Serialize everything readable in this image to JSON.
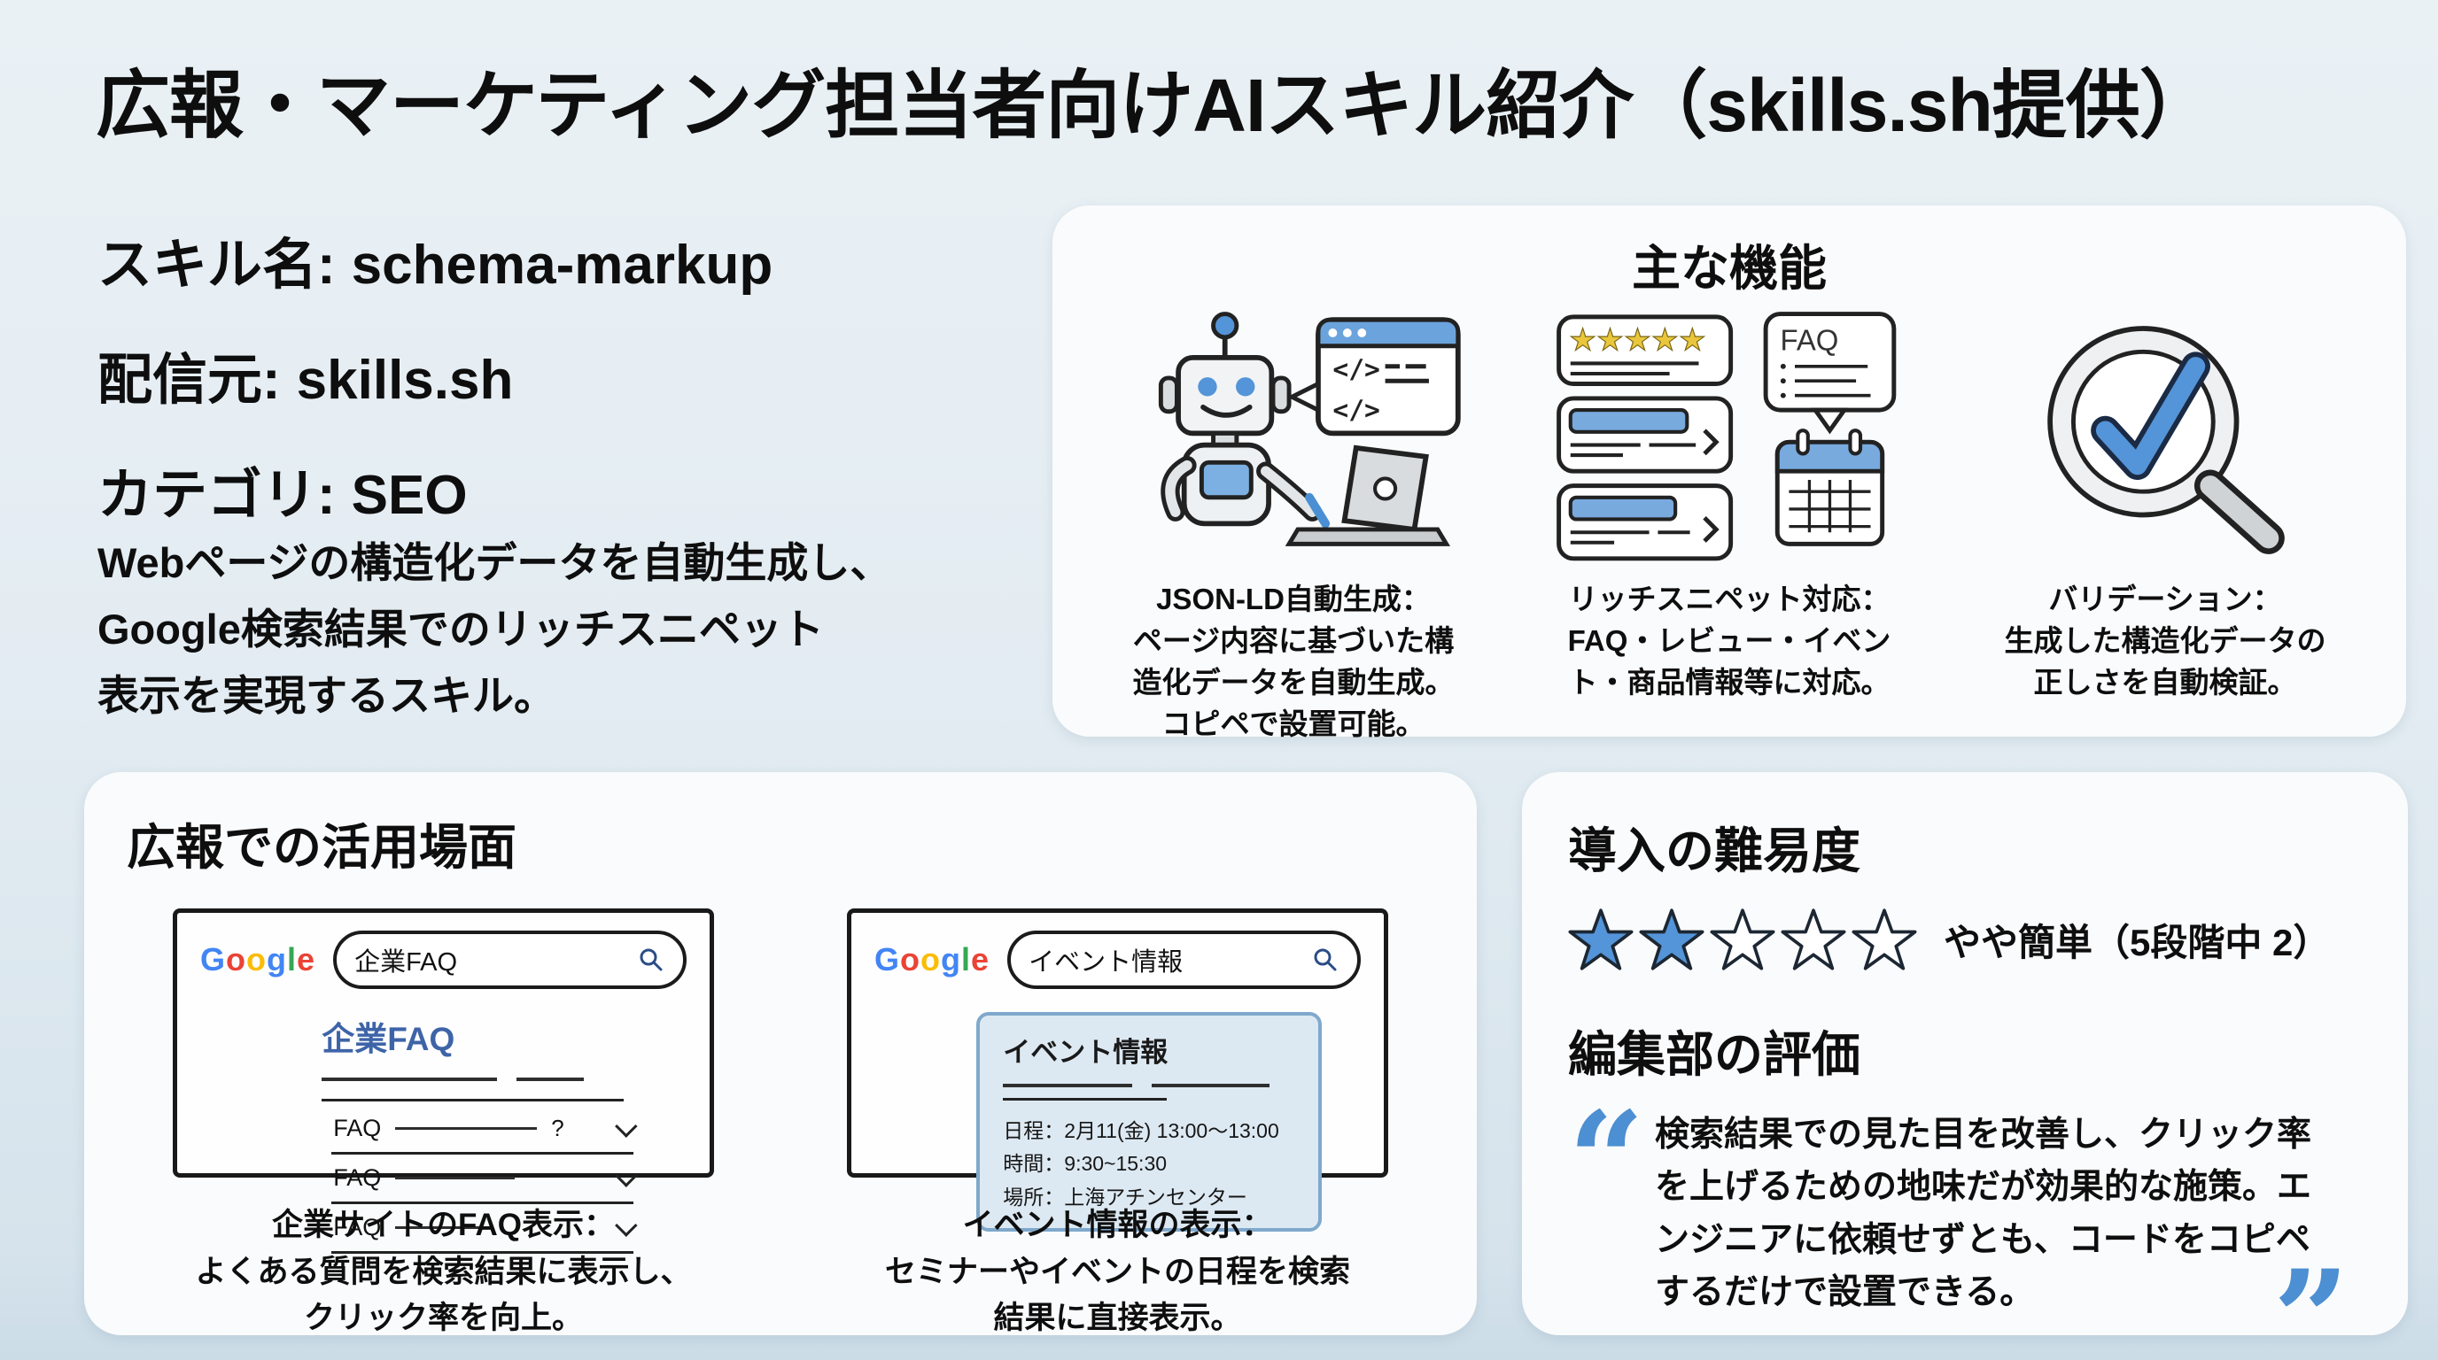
{
  "page": {
    "title": "広報・マーケティング担当者向けAIスキル紹介（skills.sh提供）"
  },
  "skill_info": {
    "rows": [
      {
        "label": "スキル名:",
        "value": "schema-markup"
      },
      {
        "label": "配信元:",
        "value": "skills.sh"
      },
      {
        "label": "カテゴリ:",
        "value": "SEO"
      }
    ],
    "description": "Webページの構造化データを自動生成し、\nGoogle検索結果でのリッチスニペット\n表示を実現するスキル。"
  },
  "features": {
    "title": "主な機能",
    "items": [
      {
        "icon": "robot-writing-code-icon",
        "caption": "JSON-LD自動生成：\nページ内容に基づいた構\n造化データを自動生成。\nコピペで設置可能。"
      },
      {
        "icon": "rich-snippet-cards-icon",
        "caption": "リッチスニペット対応：\nFAQ・レビュー・イベン\nト・商品情報等に対応。"
      },
      {
        "icon": "magnifier-check-icon",
        "caption": "バリデーション：\n生成した構造化データの\n正しさを自動検証。"
      }
    ],
    "snippet_stars": "★★★★★",
    "faq_bubble_label": "FAQ",
    "code_glyph": "</>"
  },
  "use_cases": {
    "title": "広報での活用場面",
    "google_letters": [
      "G",
      "o",
      "o",
      "g",
      "l",
      "e"
    ],
    "mockups": [
      {
        "search_query": "企業FAQ",
        "link_title": "企業FAQ",
        "faq_rows": [
          {
            "label": "FAQ",
            "suffix": "?"
          },
          {
            "label": "FAQ",
            "suffix": ""
          },
          {
            "label": "FAQ",
            "suffix": ""
          }
        ],
        "caption": "企業サイトのFAQ表示：\nよくある質問を検索結果に表示し、\nクリック率を向上。"
      },
      {
        "search_query": "イベント情報",
        "panel_title": "イベント情報",
        "event_lines": "日程：2月11(金) 13:00～13:00\n時間：9:30~15:30\n場所：上海アチンセンター",
        "caption": "イベント情報の表示：\nセミナーやイベントの日程を検索\n結果に直接表示。"
      }
    ]
  },
  "difficulty": {
    "title": "導入の難易度",
    "stars_filled": 2,
    "stars_total": 5,
    "label": "やや簡単（5段階中 2）"
  },
  "review": {
    "title": "編集部の評価",
    "open_quote": "“",
    "close_quote": "”",
    "quote": "検索結果での見た目を改善し、クリック率を上げるための地味だが効果的な施策。エンジニアに依頼せずとも、コードをコピペするだけで設置できる。"
  },
  "colors": {
    "accent_blue": "#5494d8",
    "star_filled": "#5494d8",
    "star_outline": "#1c2733",
    "link_blue": "#3e64a8",
    "snippet_star_gold": "#e9c63b",
    "event_panel_bg": "#dde9f2",
    "event_panel_border": "#7fa8cc",
    "card_bg": "#fafbfc"
  }
}
